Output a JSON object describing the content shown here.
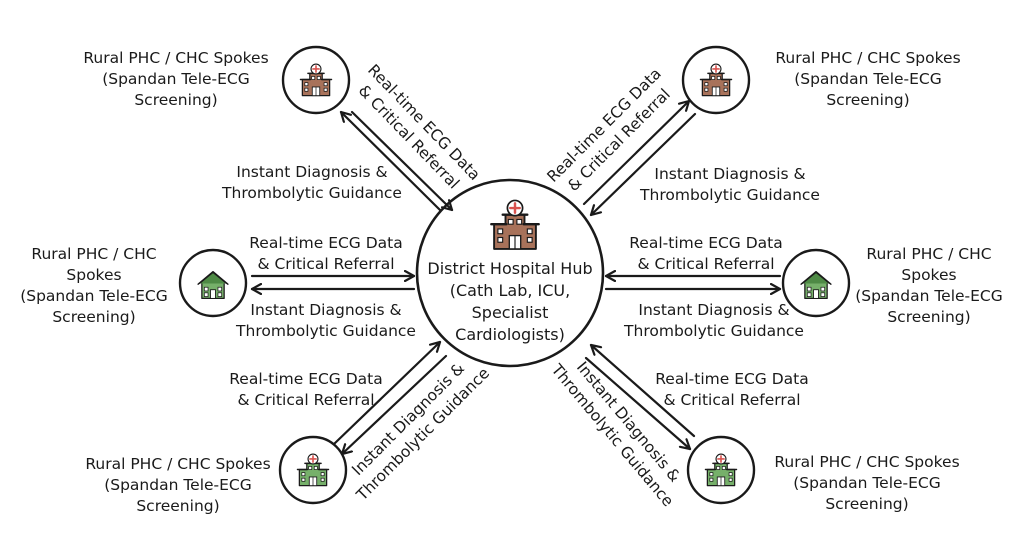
{
  "hub": {
    "lines": [
      "District Hospital Hub",
      "(Cath Lab, ICU,",
      "Specialist",
      "Cardiologists)"
    ],
    "icon": "hospital-icon"
  },
  "spoke_corner": {
    "lines": [
      "Rural PHC / CHC Spokes",
      "(Spandan Tele-ECG",
      "Screening)"
    ],
    "icon": "clinic-with-cross-icon"
  },
  "spoke_side": {
    "lines": [
      "Rural PHC / CHC",
      "Spokes",
      "(Spandan Tele-ECG",
      "Screening)"
    ],
    "icon": "house-clinic-icon"
  },
  "link": {
    "referral": [
      "Real-time ECG Data",
      "& Critical Referral"
    ],
    "guidance": [
      "Instant Diagnosis &",
      "Thrombolytic Guidance"
    ]
  },
  "colors": {
    "outline": "#1a1a1a",
    "building_brown": "#a8725a",
    "building_green": "#76b06a",
    "roof_green": "#4e8a45",
    "cross_red": "#d9534f"
  }
}
